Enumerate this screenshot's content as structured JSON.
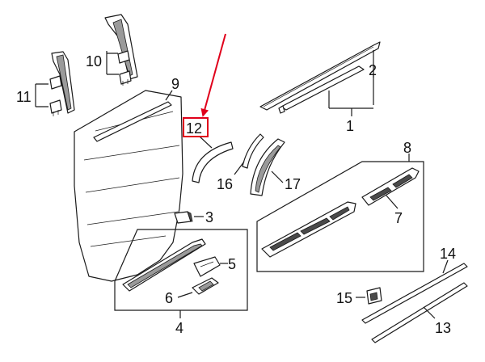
{
  "callouts": {
    "c1": "1",
    "c2": "2",
    "c3": "3",
    "c4": "4",
    "c5": "5",
    "c6": "6",
    "c7": "7",
    "c8": "8",
    "c9": "9",
    "c10": "10",
    "c11": "11",
    "c12": "12",
    "c13": "13",
    "c14": "14",
    "c15": "15",
    "c16": "16",
    "c17": "17"
  },
  "colors": {
    "line": "#1a1a1a",
    "highlight": "#e0001b",
    "background": "#ffffff"
  }
}
